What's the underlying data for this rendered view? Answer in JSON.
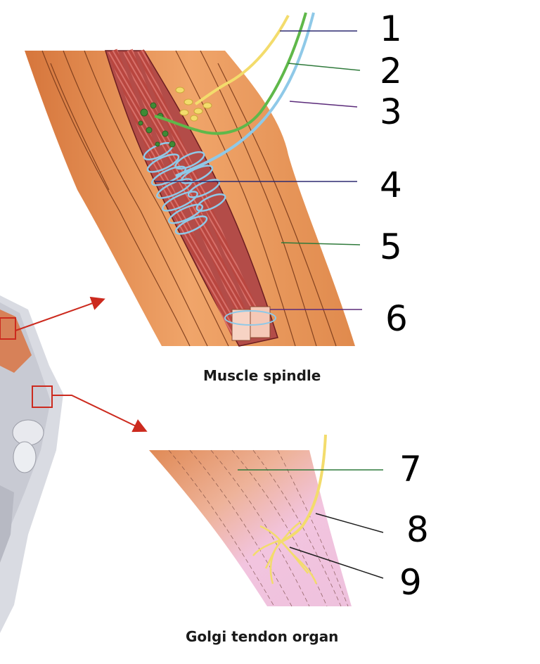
{
  "captions": {
    "spindle": "Muscle spindle",
    "golgi": "Golgi tendon organ"
  },
  "labels": {
    "l1": "1",
    "l2": "2",
    "l3": "3",
    "l4": "4",
    "l5": "5",
    "l6": "6",
    "l7": "7",
    "l8": "8",
    "l9": "9"
  },
  "colors": {
    "muscle": "#e9955a",
    "muscle_dark": "#c96a2f",
    "spindle": "#a8383a",
    "nerve_yellow": "#f3dc6c",
    "nerve_green": "#5fb84a",
    "nerve_blue": "#8fc9e8",
    "tendon": "#efc7df",
    "arrow": "#cc2a1e"
  }
}
